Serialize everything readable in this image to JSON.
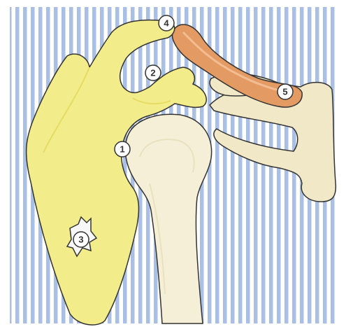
{
  "colors": {
    "stripe": "#a9bfe3",
    "background": "#ffffff",
    "scapula": "#f2ec8a",
    "scapula_shadow": "#e6dc64",
    "humerus": "#f4efd6",
    "humerus_shadow": "#e9e1c0",
    "clavicle": "#e39a63",
    "clavicle_highlight": "#f2bd92",
    "sternum": "#f1e8c8",
    "outline": "#333333",
    "badge_fill": "#ffffff"
  },
  "markers": [
    {
      "id": "1",
      "label": "1",
      "structure_icon": "humeral-head-icon"
    },
    {
      "id": "2",
      "label": "2",
      "structure_icon": "coracoid-process-icon"
    },
    {
      "id": "3",
      "label": "3",
      "structure_icon": "scapula-fracture-icon"
    },
    {
      "id": "4",
      "label": "4",
      "structure_icon": "acromion-icon"
    },
    {
      "id": "5",
      "label": "5",
      "structure_icon": "clavicle-icon"
    }
  ]
}
